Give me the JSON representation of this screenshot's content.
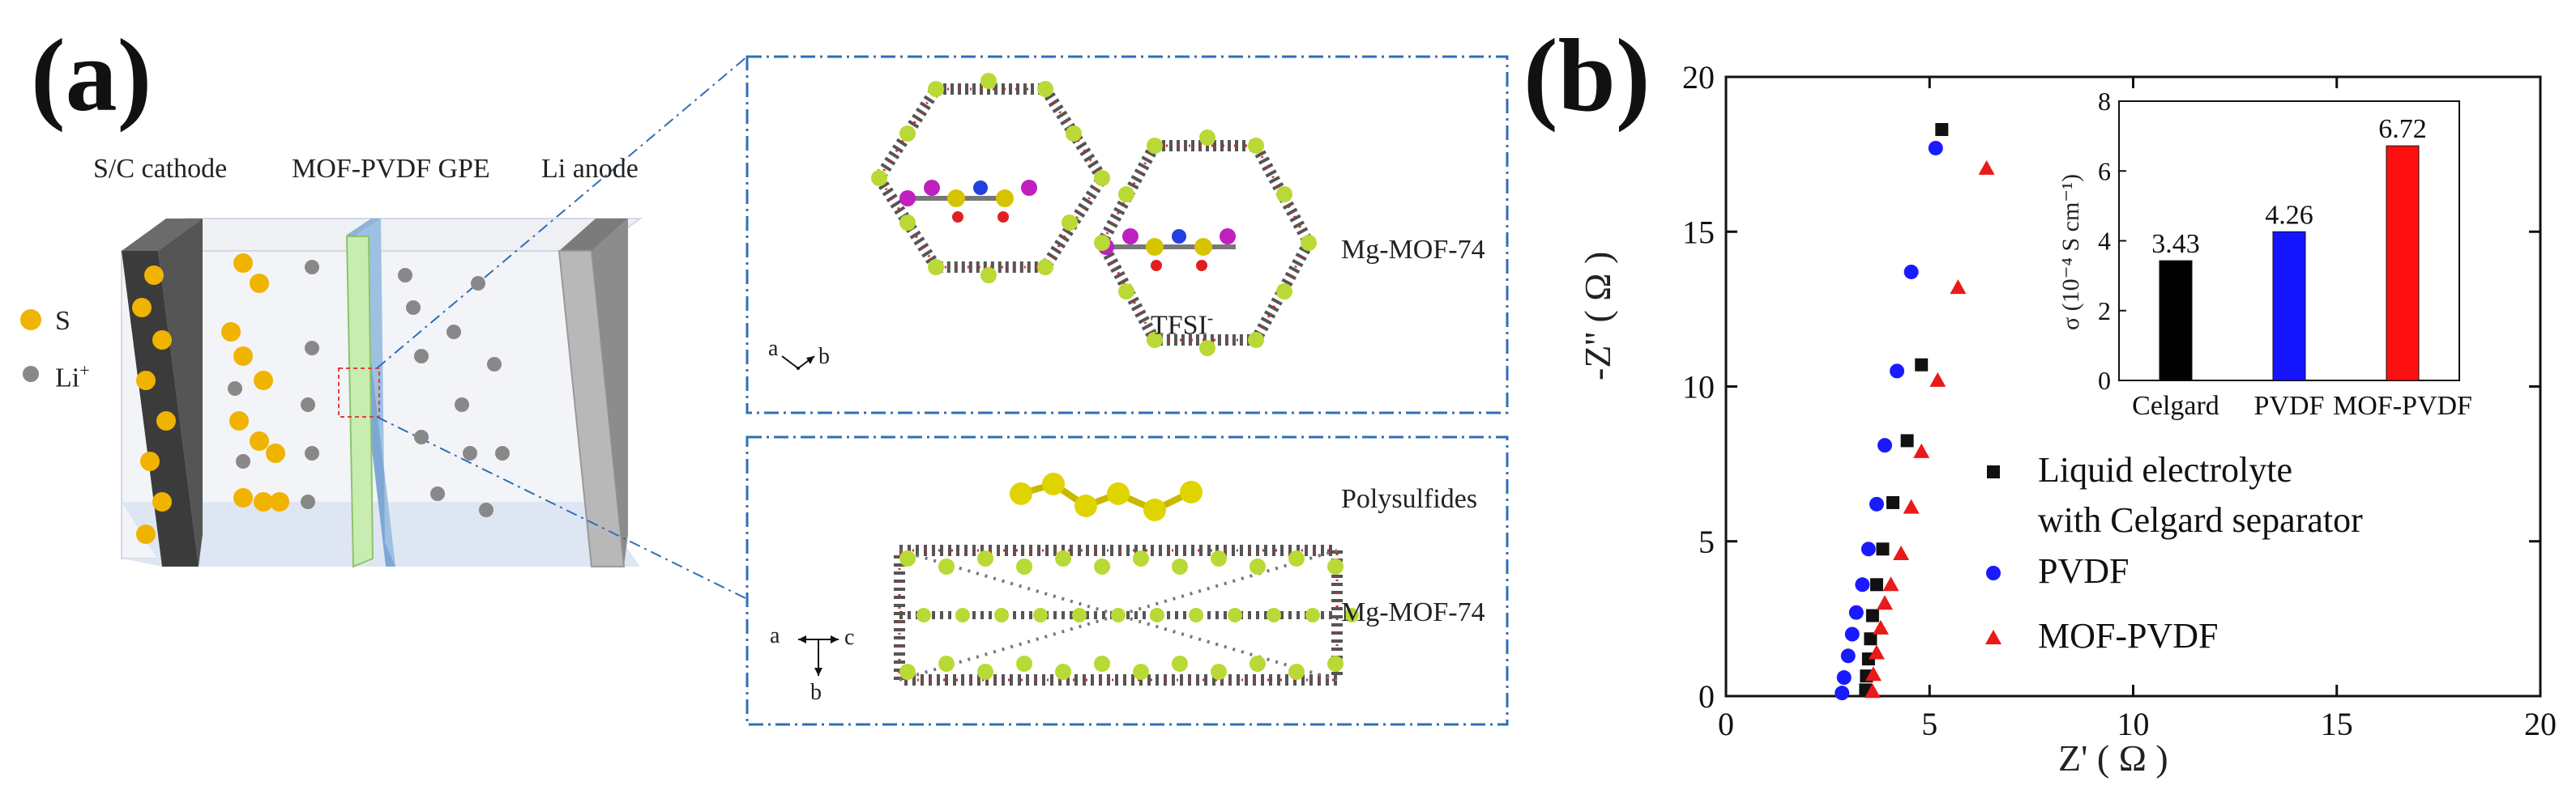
{
  "panel_a": {
    "label": "(a)",
    "cell": {
      "cathode_label": "S/C cathode",
      "gpe_label": "MOF-PVDF GPE",
      "anode_label": "Li anode",
      "legend_s": "S",
      "legend_li": "Li",
      "legend_li_sup": "+"
    },
    "top_box": {
      "framework_label": "Mg-MOF-74",
      "anion_label": "TFSI",
      "anion_sup": "-",
      "axis_a": "a",
      "axis_b": "b"
    },
    "bottom_box": {
      "polysulfide_label": "Polysulfides",
      "framework_label": "Mg-MOF-74",
      "axis_a": "a",
      "axis_b": "b",
      "axis_c": "c"
    },
    "colors": {
      "sulfur": "#f0b300",
      "lithium": "#888888",
      "gpe": "#b9e8a0",
      "frame": "#2f6fb5",
      "mof_node": "#b9d936",
      "mof_oxygen": "#e02020"
    }
  },
  "panel_b": {
    "label": "(b)",
    "chart_data": [
      {
        "type": "scatter",
        "xlabel": "Z' ( Ω )",
        "ylabel": "-Z'' ( Ω )",
        "xlim": [
          0,
          20
        ],
        "ylim": [
          0,
          20
        ],
        "x_ticks": [
          "0",
          "5",
          "10",
          "15",
          "20"
        ],
        "y_ticks": [
          "0",
          "5",
          "10",
          "15",
          "20"
        ],
        "legend_position": "bottom-right",
        "series": [
          {
            "name": "Liquid electrolyte with Celgard separator",
            "name_line1": "Liquid electrolyte",
            "name_line2": "with Celgard separator",
            "marker": "square",
            "color": "#111111",
            "x": [
              3.43,
              3.45,
              3.5,
              3.55,
              3.6,
              3.7,
              3.85,
              4.1,
              4.45,
              4.8,
              5.3
            ],
            "y": [
              0.2,
              0.65,
              1.2,
              1.85,
              2.6,
              3.6,
              4.75,
              6.25,
              8.25,
              10.7,
              18.3
            ]
          },
          {
            "name": "PVDF",
            "marker": "circle",
            "color": "#1a1aff",
            "x": [
              2.85,
              2.9,
              3.0,
              3.1,
              3.2,
              3.35,
              3.5,
              3.7,
              3.9,
              4.2,
              4.55,
              5.15
            ],
            "y": [
              0.1,
              0.6,
              1.3,
              2.0,
              2.7,
              3.6,
              4.75,
              6.2,
              8.1,
              10.5,
              13.7,
              17.7
            ]
          },
          {
            "name": "MOF-PVDF",
            "marker": "triangle",
            "color": "#e81a1a",
            "x": [
              3.6,
              3.62,
              3.7,
              3.8,
              3.9,
              4.05,
              4.3,
              4.55,
              4.8,
              5.2,
              5.7,
              6.4
            ],
            "y": [
              0.15,
              0.7,
              1.4,
              2.2,
              3.0,
              3.6,
              4.6,
              6.1,
              7.9,
              10.2,
              13.2,
              17.05
            ]
          }
        ]
      },
      {
        "type": "bar",
        "ylabel": "σ (10⁻⁴ S cm⁻¹)",
        "ylim": [
          0,
          8
        ],
        "y_ticks": [
          "0",
          "2",
          "4",
          "6",
          "8"
        ],
        "categories": [
          "Celgard",
          "PVDF",
          "MOF-PVDF"
        ],
        "values": [
          3.43,
          4.26,
          6.72
        ],
        "data_labels": [
          "3.43",
          "4.26",
          "6.72"
        ],
        "colors": [
          "#000000",
          "#1515ff",
          "#ff1010"
        ]
      }
    ]
  }
}
